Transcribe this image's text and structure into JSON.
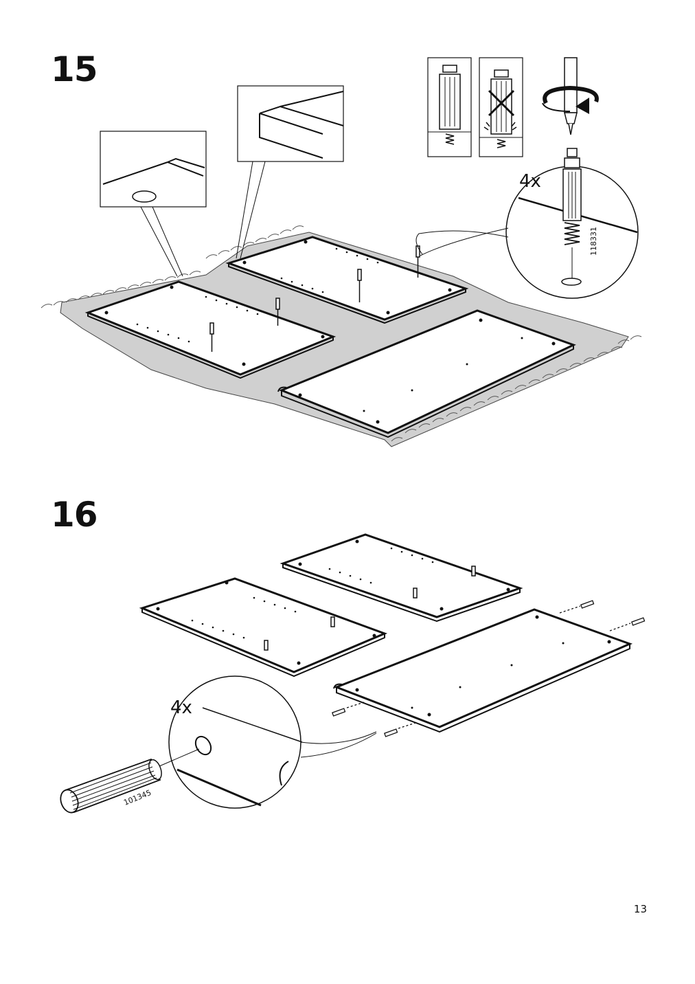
{
  "steps": {
    "step15": {
      "number": "15",
      "quantity": "4x",
      "part_code": "118331"
    },
    "step16": {
      "number": "16",
      "quantity": "4x",
      "part_code": "101345"
    }
  },
  "footer": {
    "page_number": "13"
  }
}
